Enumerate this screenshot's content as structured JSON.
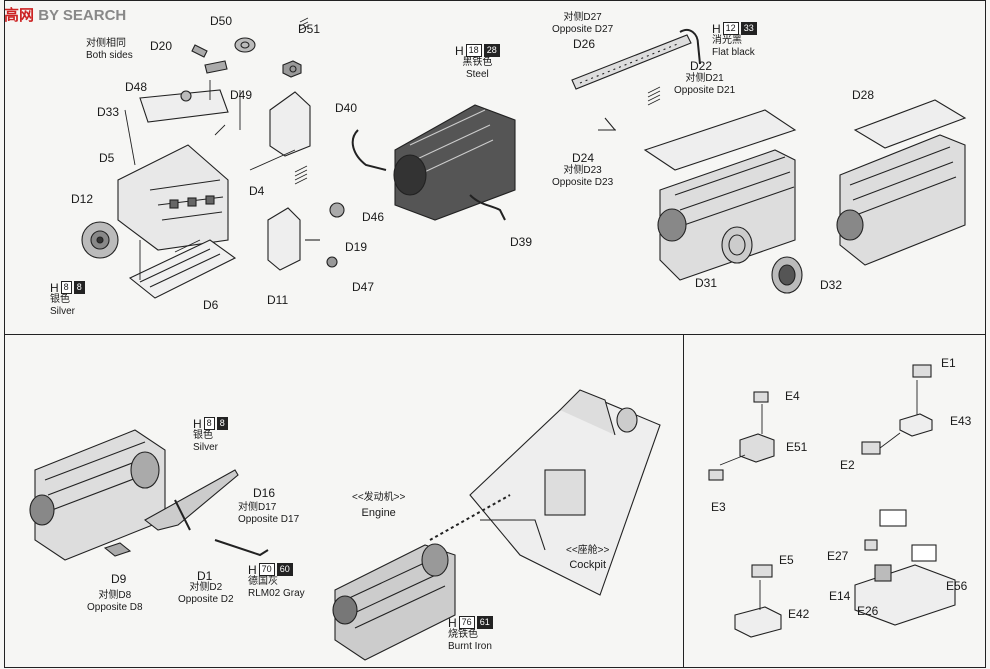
{
  "watermark": {
    "brand": "高网",
    "rest": "BY SEARCH"
  },
  "panel1": {
    "labels": {
      "D50": "D50",
      "D51": "D51",
      "D20": "D20",
      "D48": "D48",
      "D49": "D49",
      "D33": "D33",
      "D5": "D5",
      "D4": "D4",
      "D12": "D12",
      "D6": "D6",
      "D40": "D40",
      "D46": "D46",
      "D19": "D19",
      "D47": "D47",
      "D11": "D11",
      "D39": "D39",
      "D26": "D26",
      "D22": "D22",
      "D24": "D24",
      "D28": "D28",
      "D31": "D31",
      "D32": "D32"
    },
    "notes": {
      "both_cn": "对侧相同",
      "both_en": "Both sides",
      "d27_cn": "对侧D27",
      "d27_en": "Opposite D27",
      "d21_cn": "对侧D21",
      "d21_en": "Opposite D21",
      "d23_cn": "对侧D23",
      "d23_en": "Opposite D23"
    },
    "paints": {
      "silver": {
        "h": "H",
        "n1": "8",
        "n2": "8",
        "cn": "银色",
        "en": "Silver"
      },
      "steel": {
        "h": "H",
        "n1": "18",
        "n2": "28",
        "cn": "黑铁色",
        "en": "Steel"
      },
      "flat": {
        "h": "H",
        "n1": "12",
        "n2": "33",
        "cn": "消光黑",
        "en": "Flat black"
      }
    }
  },
  "panel2": {
    "labels": {
      "D16": "D16",
      "D1": "D1",
      "D9": "D9"
    },
    "notes": {
      "d17_cn": "对侧D17",
      "d17_en": "Opposite D17",
      "d2_cn": "对侧D2",
      "d2_en": "Opposite D2",
      "d8_cn": "对侧D8",
      "d8_en": "Opposite D8",
      "engine_cn": "<<发动机>>",
      "engine_en": "Engine",
      "cockpit_cn": "<<座舱>>",
      "cockpit_en": "Cockpit"
    },
    "paints": {
      "silver": {
        "h": "H",
        "n1": "8",
        "n2": "8",
        "cn": "银色",
        "en": "Silver"
      },
      "rlm": {
        "h": "H",
        "n1": "70",
        "n2": "60",
        "cn": "德国灰",
        "en": "RLM02 Gray"
      },
      "iron": {
        "h": "H",
        "n1": "76",
        "n2": "61",
        "cn": "烧铁色",
        "en": "Burnt Iron"
      }
    }
  },
  "panel3": {
    "labels": {
      "E1": "E1",
      "E4": "E4",
      "E43": "E43",
      "E51": "E51",
      "E2": "E2",
      "E3": "E3",
      "E5": "E5",
      "E27": "E27",
      "E42": "E42",
      "E14": "E14",
      "E56": "E56",
      "E26": "E26"
    }
  }
}
